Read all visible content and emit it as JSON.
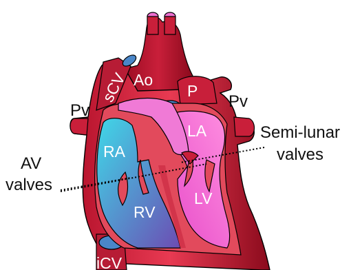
{
  "diagram": {
    "labels": {
      "aorta": "Ao",
      "superior_vena_cava": "sCV",
      "pulmonary_artery": "P",
      "pulmonary_vein_left": "Pv",
      "pulmonary_vein_right": "Pv",
      "right_atrium": "RA",
      "right_ventricle": "RV",
      "left_atrium": "LA",
      "left_ventricle": "LV",
      "inferior_vena_cava": "iCV",
      "av_valves_line1": "AV",
      "av_valves_line2": "valves",
      "semilunar_line1": "Semi-lunar",
      "semilunar_line2": "valves"
    },
    "colors": {
      "outer_wall": "#b3102a",
      "wall_mid": "#de3a4e",
      "outer_dark": "#8a0a1c",
      "right_atrium_top": "#3fd8e8",
      "right_ventricle_bottom": "#6c4cb3",
      "left_chamber_light": "#ff8fe0",
      "left_chamber_mid": "#e64ac8",
      "vessel_opening": "#4a86c8",
      "vessel_cap_pink": "#ee6fd0",
      "outline": "#000000"
    }
  }
}
